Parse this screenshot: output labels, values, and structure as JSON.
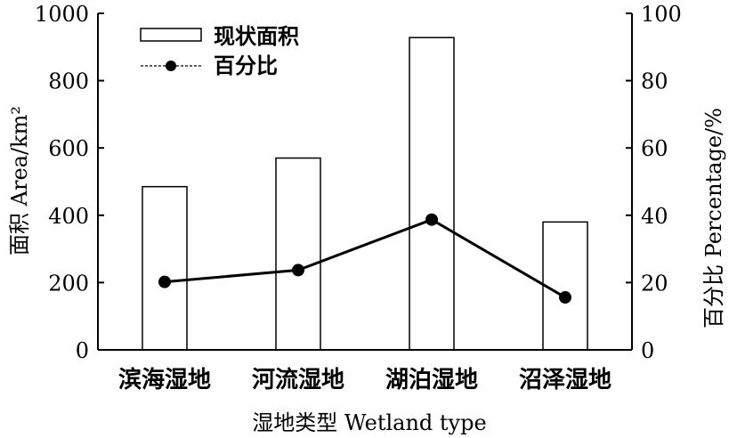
{
  "chart_data": {
    "type": "bar",
    "categories": [
      "滨海湿地",
      "河流湿地",
      "湖泊湿地",
      "沼泽湿地"
    ],
    "series": [
      {
        "name": "现状面积",
        "type": "bar",
        "axis": "left",
        "values": [
          485,
          570,
          928,
          380
        ]
      },
      {
        "name": "百分比",
        "type": "line",
        "axis": "right",
        "values": [
          20.2,
          23.7,
          38.7,
          15.6
        ]
      }
    ],
    "xlabel": "湿地类型 Wetland type",
    "ylabel": "面积 Area/km²",
    "y2label": "百分比 Percentage/%",
    "ylim": [
      0,
      1000
    ],
    "y2lim": [
      0,
      100
    ],
    "yticks": [
      "0",
      "200",
      "400",
      "600",
      "800",
      "1000"
    ],
    "y2ticks": [
      "0",
      "20",
      "40",
      "60",
      "80",
      "100"
    ],
    "legend_position": "top-left",
    "grid": false,
    "colors": {
      "bar_fill": "#ffffff",
      "stroke": "#000000",
      "line": "#000000",
      "marker": "#000000"
    }
  }
}
